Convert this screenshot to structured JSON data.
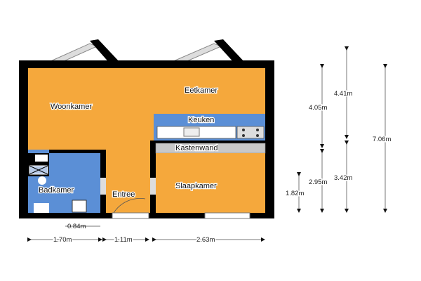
{
  "rooms": {
    "woonkamer": "Woonkamer",
    "eetkamer": "Eetkamer",
    "keuken": "Keuken",
    "kastenwand": "Kastenwand",
    "slaapkamer": "Slaapkamer",
    "badkamer": "Badkamer",
    "entree": "Entree"
  },
  "colors": {
    "living": "#f5a83c",
    "wet": "#5b8fd6",
    "wall": "#000000",
    "cabinet": "#c8c8c8"
  },
  "dimensions": {
    "horizontal": {
      "bath_door": "0.84m",
      "bath": "1.70m",
      "entree": "1.11m",
      "slaapkamer": "2.63m"
    },
    "vertical": {
      "h182": "1.82m",
      "h405": "4.05m",
      "h295": "2.95m",
      "h441": "4.41m",
      "h342": "3.42m",
      "total": "7.06m"
    }
  }
}
